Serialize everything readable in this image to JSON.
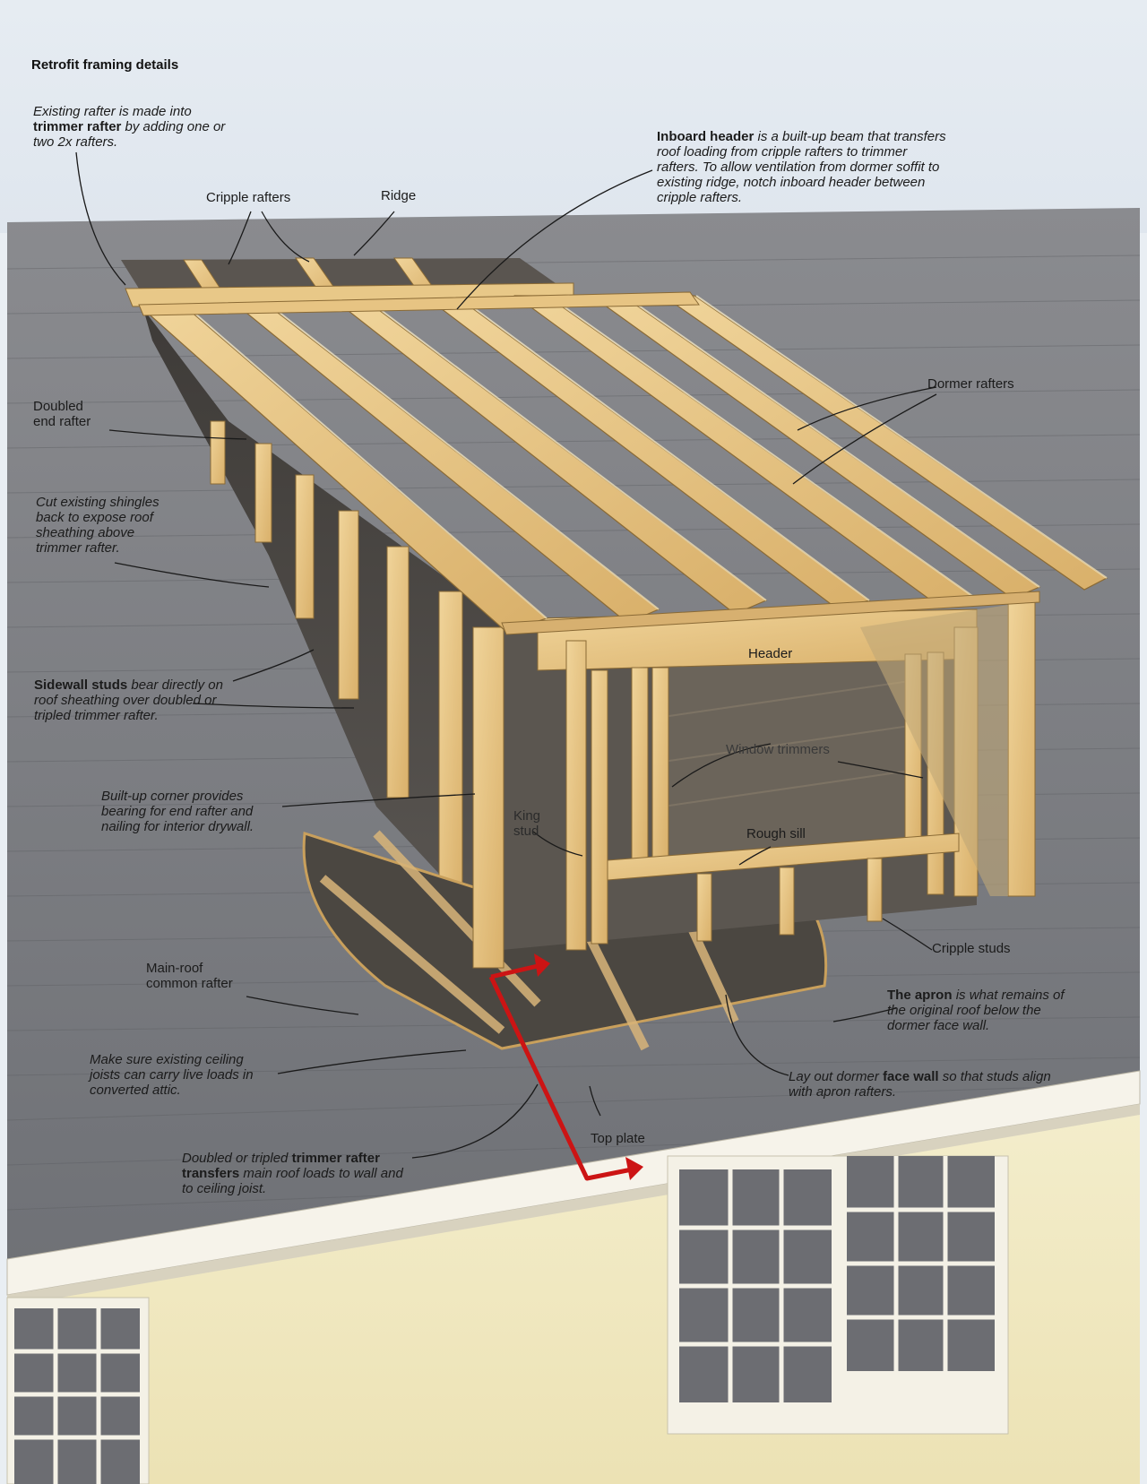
{
  "title": "Retrofit framing details",
  "labels": {
    "existing_rafter_bold": "trimmer rafter",
    "existing_rafter_pre": "Existing rafter is made into",
    "existing_rafter_post": "by adding one or two 2x rafters.",
    "cripple_rafters": "Cripple rafters",
    "ridge": "Ridge",
    "inboard_header_bold": "Inboard header",
    "inboard_header_text": "is a built-up beam that transfers roof loading from cripple rafters to trimmer rafters. To allow ventilation from dormer soffit to existing ridge, notch inboard header between cripple rafters.",
    "doubled_end_rafter": "Doubled end rafter",
    "dormer_rafters": "Dormer rafters",
    "cut_shingles": "Cut existing shingles back to expose roof sheathing above trimmer rafter.",
    "sidewall_bold": "Sidewall studs",
    "sidewall_text": "bear directly on roof sheathing over doubled or tripled trimmer rafter.",
    "header": "Header",
    "window_trimmers": "Window trimmers",
    "built_up_corner": "Built-up corner provides bearing for end rafter and nailing for interior drywall.",
    "king_stud": "King stud",
    "rough_sill": "Rough sill",
    "cripple_studs": "Cripple studs",
    "main_roof_rafter": "Main-roof common rafter",
    "apron_bold": "The apron",
    "apron_text": "is what remains of the original roof below the dormer face wall.",
    "ceiling_joists": "Make sure existing ceiling joists can carry live loads in converted attic.",
    "face_wall_pre": "Lay out dormer",
    "face_wall_bold": "face wall",
    "face_wall_post": "so that studs align with apron rafters.",
    "top_plate": "Top plate",
    "trimmer_pre": "Doubled or tripled",
    "trimmer_bold": "trimmer rafter",
    "trimmer_bold2": "transfers",
    "trimmer_post": "main roof loads to wall and to ceiling joist."
  },
  "colors": {
    "sky": "#e4ebf2",
    "roof": "#7e7f83",
    "lumber": "#e9c989",
    "lumber_dark": "#c9a05c",
    "wall": "#f2ecc8",
    "arrow": "#cc1414"
  }
}
